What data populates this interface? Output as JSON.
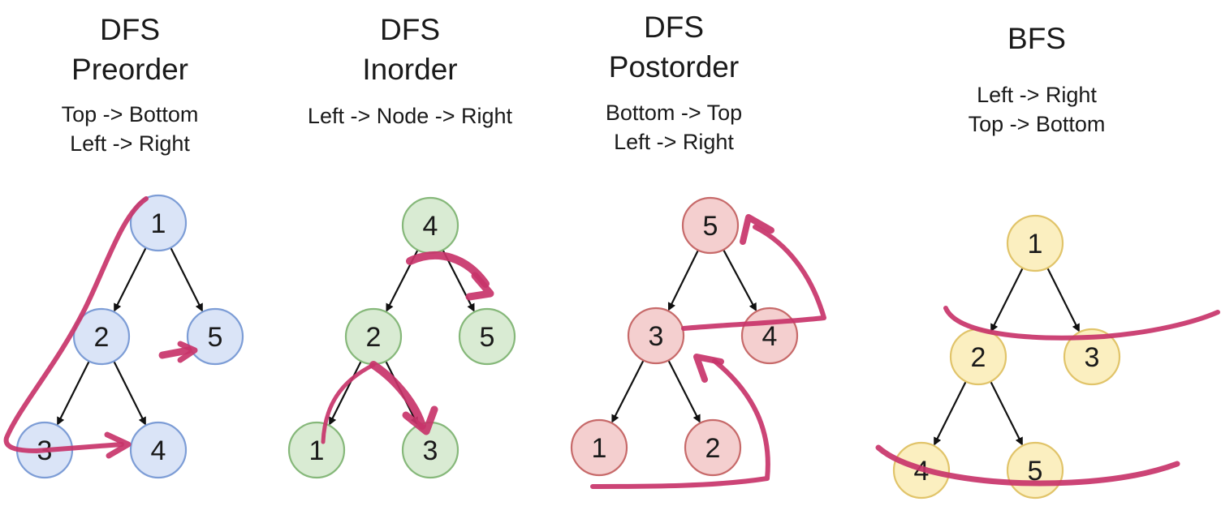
{
  "panels": [
    {
      "id": "preorder",
      "title_line1": "DFS",
      "title_line2": "Preorder",
      "sub_line1": "Top -> Bottom",
      "sub_line2": "Left -> Right",
      "node_fill": "#dae4f7",
      "node_stroke": "#7d9dd6",
      "nodes": [
        {
          "id": "root",
          "label": "1"
        },
        {
          "id": "left",
          "label": "2"
        },
        {
          "id": "right",
          "label": "5"
        },
        {
          "id": "left-left",
          "label": "3"
        },
        {
          "id": "left-right",
          "label": "4"
        }
      ]
    },
    {
      "id": "inorder",
      "title_line1": "DFS",
      "title_line2": "Inorder",
      "sub_line1": "Left -> Node -> Right",
      "sub_line2": "",
      "node_fill": "#d9ebd3",
      "node_stroke": "#86b87a",
      "nodes": [
        {
          "id": "root",
          "label": "4"
        },
        {
          "id": "left",
          "label": "2"
        },
        {
          "id": "right",
          "label": "5"
        },
        {
          "id": "left-left",
          "label": "1"
        },
        {
          "id": "left-right",
          "label": "3"
        }
      ]
    },
    {
      "id": "postorder",
      "title_line1": "DFS",
      "title_line2": "Postorder",
      "sub_line1": "Bottom -> Top",
      "sub_line2": "Left -> Right",
      "node_fill": "#f4cfcf",
      "node_stroke": "#c76a6a",
      "nodes": [
        {
          "id": "root",
          "label": "5"
        },
        {
          "id": "left",
          "label": "3"
        },
        {
          "id": "right",
          "label": "4"
        },
        {
          "id": "left-left",
          "label": "1"
        },
        {
          "id": "left-right",
          "label": "2"
        }
      ]
    },
    {
      "id": "bfs",
      "title_line1": "BFS",
      "title_line2": "",
      "sub_line1": "Left -> Right",
      "sub_line2": "Top -> Bottom",
      "node_fill": "#fbefc0",
      "node_stroke": "#e1c46a",
      "nodes": [
        {
          "id": "root",
          "label": "1"
        },
        {
          "id": "left",
          "label": "2"
        },
        {
          "id": "right",
          "label": "3"
        },
        {
          "id": "left-left",
          "label": "4"
        },
        {
          "id": "left-right",
          "label": "5"
        }
      ]
    }
  ],
  "annotation_color": "#c8346a"
}
